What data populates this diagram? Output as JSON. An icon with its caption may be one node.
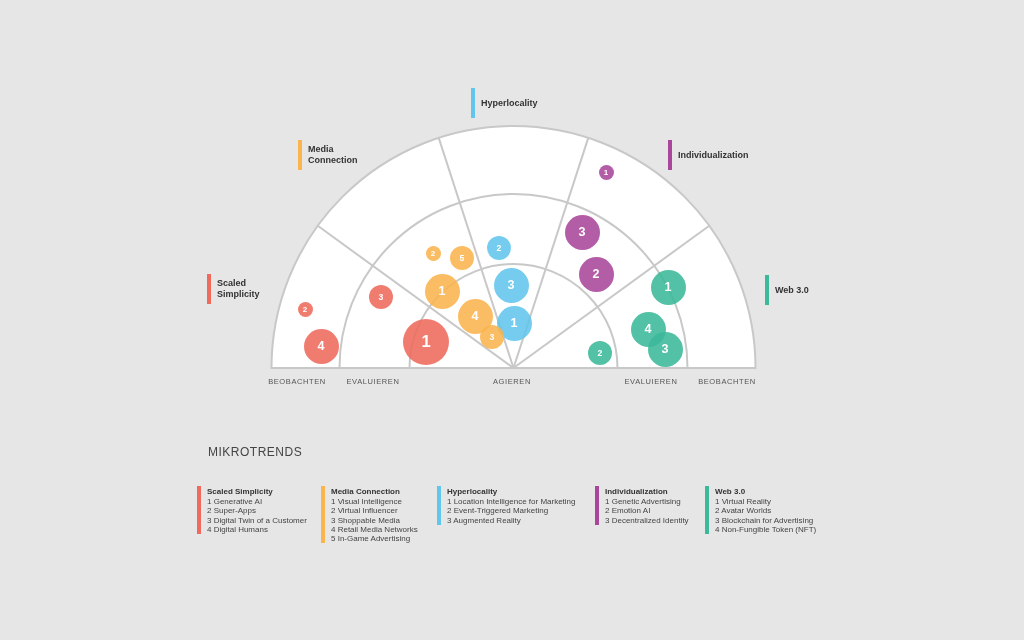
{
  "diagram": {
    "nodes": [
      {
        "text": [
          "1"
        ]
      },
      {
        "text": [
          "3"
        ]
      },
      {
        "text": [
          "2"
        ]
      },
      {
        "text": [
          "2"
        ]
      },
      {
        "text": [
          "5"
        ]
      },
      {
        "text": [
          "2"
        ]
      },
      {
        "text": [
          "3"
        ]
      },
      {
        "text": [
          "1"
        ]
      },
      {
        "text": [
          "1"
        ]
      },
      {
        "text": [
          "3"
        ]
      },
      {
        "text": [
          "2"
        ]
      },
      {
        "text": [
          "4"
        ]
      },
      {
        "text": [
          "1"
        ]
      },
      {
        "text": [
          "4"
        ]
      },
      {
        "text": [
          "3"
        ]
      },
      {
        "text": [
          "1"
        ]
      },
      {
        "text": [
          "4"
        ]
      },
      {
        "text": [
          "3"
        ]
      },
      {
        "text": [
          "2"
        ]
      }
    ],
    "labels": [
      "Hyperlocality",
      "Media Connection",
      "Individualization",
      "Scaled Simplicity",
      "Web 3.0",
      "BEOBACHTEN",
      "EVALUIEREN",
      "AGIEREN",
      "EVALUIEREN",
      "BEOBACHTEN",
      "MIKROTRENDS",
      "1 Generative AI",
      "2 Super-Apps",
      "3 Digital Twin of a Customer",
      "4 Digital Humans",
      "1 Visual Intelligence",
      "2 Virtual Influencer",
      "3 Shoppable Media",
      "4 Retail Media Networks",
      "5 In-Game Advertising",
      "1 Location Intelligence for Marketing",
      "2 Event-Triggered Marketing",
      "3 Augmented Reality",
      "1 Genetic Advertising",
      "2 Emotion AI",
      "3 Decentralized Identity",
      "1 Virtual Reality",
      "2 Avatar Worlds",
      "3 Blockchain for Advertising",
      "4 Non-Fungible Token (NFT)"
    ],
    "legend": [
      {
        "text": "Scaled Simplicity",
        "color": "#ef6a5c"
      },
      {
        "text": "Media Connection",
        "color": "#fbb44e"
      },
      {
        "text": "Hyperlocality",
        "color": "#62c6ec"
      },
      {
        "text": "Individualization",
        "color": "#a9479c"
      },
      {
        "text": "Web 3.0",
        "color": "#3cb99a"
      }
    ]
  }
}
